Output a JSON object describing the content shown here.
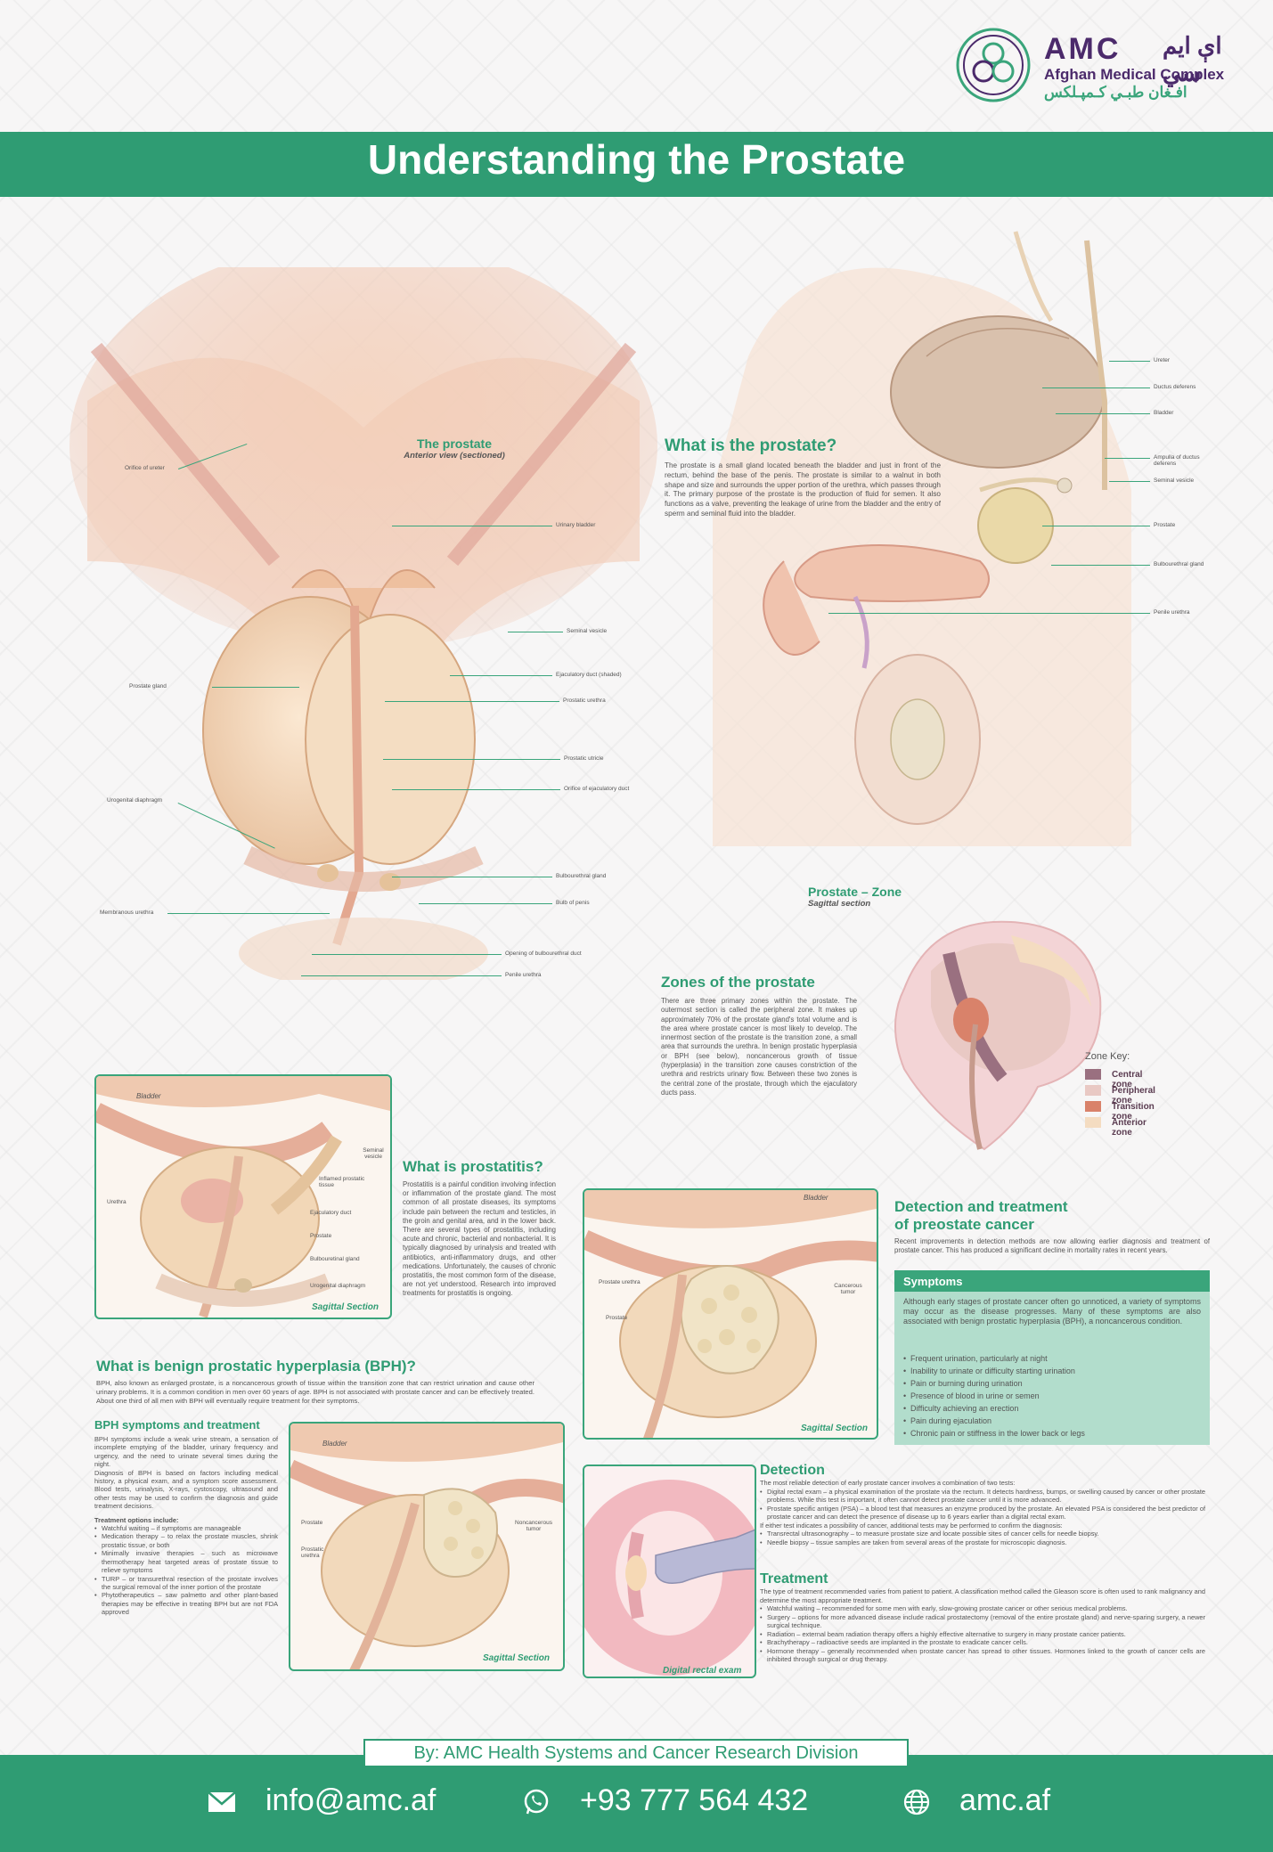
{
  "logo": {
    "abbr": "AMC",
    "arabic_abbr": "اې ایم سي",
    "name": "Afghan Medical Complex",
    "name_arabic": "افـغان طبـي كـمپـلكس"
  },
  "title": "Understanding the Prostate",
  "anterior": {
    "heading": "The prostate",
    "subheading": "Anterior view (sectioned)",
    "labels": {
      "orifice_ureter": "Orifice of ureter",
      "urinary_bladder": "Urinary bladder",
      "seminal_vesicle": "Seminal vesicle",
      "ejaculatory_duct": "Ejaculatory duct (shaded)",
      "prostatic_urethra": "Prostatic urethra",
      "prostate_gland": "Prostate gland",
      "prostatic_utricle": "Prostatic utricle",
      "orifice_ejac": "Orifice of ejaculatory duct",
      "urogenital": "Urogenital diaphragm",
      "bulbourethral": "Bulbourethral gland",
      "bulb_penis": "Bulb of penis",
      "membranous": "Membranous urethra",
      "opening_bulbo": "Opening of bulbourethral duct",
      "penile_urethra": "Penile urethra"
    }
  },
  "what_is": {
    "heading": "What is the prostate?",
    "body": "The prostate is a small gland located beneath the bladder and just in front of the rectum, behind the base of the penis. The prostate is similar to a walnut in both shape and size and surrounds the upper portion of the urethra, which passes through it. The primary purpose of the prostate is the production of fluid for semen. It also functions as a valve, preventing the leakage of urine from the bladder and the entry of sperm and seminal fluid into the bladder."
  },
  "lateral": {
    "labels": {
      "ureter": "Ureter",
      "ductus": "Ductus deferens",
      "bladder": "Bladder",
      "ampulla": "Ampulla of ductus deferens",
      "seminal": "Seminal vesicle",
      "prostate": "Prostate",
      "bulbo": "Bulbourethral gland",
      "penile": "Penile urethra"
    }
  },
  "zone_fig": {
    "heading": "Prostate – Zone",
    "subheading": "Sagittal section",
    "key_title": "Zone Key:",
    "key": [
      {
        "label": "Central zone",
        "color": "#9a7080"
      },
      {
        "label": "Peripheral zone",
        "color": "#e9c9c4"
      },
      {
        "label": "Transition zone",
        "color": "#d9826a"
      },
      {
        "label": "Anterior zone",
        "color": "#f4dcc1"
      }
    ]
  },
  "zones": {
    "heading": "Zones of the prostate",
    "body": "There are three primary zones within the prostate. The outermost section is called the peripheral zone. It makes up approximately 70% of the prostate gland's total volume and is the area where prostate cancer is most likely to develop. The innermost section of the prostate is the transition zone, a small area that surrounds the urethra. In benign prostatic hyperplasia or BPH (see below), noncancerous growth of tissue (hyperplasia) in the transition zone causes constriction of the urethra and restricts urinary flow. Between these two zones is the central zone of the prostate, through which the ejaculatory ducts pass."
  },
  "prostatitis_fig": {
    "bladder": "Bladder",
    "seminal": "Seminal vesicle",
    "inflamed": "Inflamed prostatic tissue",
    "urethra": "Urethra",
    "ejac": "Ejaculatory duct",
    "prostate": "Prostate",
    "bulbo": "Bulbouretinal gland",
    "urogenital": "Urogenital diaphragm",
    "caption": "Sagittal Section"
  },
  "prostatitis": {
    "heading": "What is prostatitis?",
    "body": "Prostatitis is a painful condition involving infection or inflammation of the prostate gland. The most common of all prostate diseases, its symptoms include pain between the rectum and testicles, in the groin and genital area, and in the lower back. There are several types of prostatitis, including acute and chronic, bacterial and nonbacterial. It is typically diagnosed by urinalysis and treated with antibiotics, anti-inflammatory drugs, and other medications. Unfortunately, the causes of chronic prostatitis, the most common form of the disease, are not yet understood. Research into improved treatments for prostatitis is ongoing."
  },
  "cancer_fig": {
    "bladder": "Bladder",
    "urethra": "Prostate urethra",
    "prostate": "Prostate",
    "tumor": "Cancerous tumor",
    "caption": "Sagittal Section"
  },
  "detection_treatment": {
    "heading1": "Detection and treatment",
    "heading2": "of preostate cancer",
    "body": "Recent improvements in detection methods are now allowing earlier diagnosis and treatment of prostate cancer. This has produced a significant decline in mortality rates in recent years."
  },
  "symptoms": {
    "heading": "Symptoms",
    "intro": "Although early stages of prostate cancer often go unnoticed, a variety of symptoms may occur as the disease progresses. Many of these symptoms are also associated with benign prostatic hyperplasia (BPH), a noncancerous condition.",
    "items": [
      "Frequent urination, particularly at night",
      "Inability to urinate or difficulty starting urination",
      "Pain or burning during urination",
      "Presence of blood in urine or semen",
      "Difficulty achieving an erection",
      "Pain during ejaculation",
      "Chronic pain or stiffness in the lower back or legs"
    ]
  },
  "bph": {
    "heading": "What is benign prostatic hyperplasia (BPH)?",
    "body": "BPH, also known as enlarged prostate, is a noncancerous growth of tissue within the transition zone that can restrict urination and cause other urinary problems. It is a common condition in men over 60 years of age. BPH is not associated with prostate cancer and can be effectively treated. About one third of all men with BPH will eventually require treatment for their symptoms."
  },
  "bph_st": {
    "heading": "BPH symptoms and treatment",
    "body": "BPH symptoms include a weak urine stream, a sensation of incomplete emptying of the bladder, urinary frequency and urgency, and the need to urinate several times during the night.",
    "body2": "Diagnosis of BPH is based on factors including medical history, a physical exam, and a symptom score assessment. Blood tests, urinalysis, X-rays, cystoscopy, ultrasound and other tests may be used to confirm the diagnosis and guide treatment decisions.",
    "options_title": "Treatment options include:",
    "options": [
      "Watchful waiting – if symptoms are manageable",
      "Medication therapy – to relax the prostate muscles, shrink prostatic tissue, or both",
      "Minimally invasive therapies – such as microwave thermotherapy heat targeted areas of prostate tissue to relieve symptoms",
      "TURP – or transurethral resection of the prostate involves the surgical removal of the inner portion of the prostate",
      "Phytotherapeutics – saw palmetto and other plant-based therapies may be effective in treating BPH but are not FDA approved"
    ]
  },
  "bph_fig": {
    "bladder": "Bladder",
    "prostate": "Prostate",
    "urethra": "Prostatic urethra",
    "tumor": "Noncancerous tumor",
    "caption": "Sagittal Section"
  },
  "dre_fig": {
    "caption": "Digital rectal exam"
  },
  "detection": {
    "heading": "Detection",
    "intro": "The most reliable detection of early prostate cancer involves a combination of two tests:",
    "items": [
      "Digital rectal exam – a physical examination of the prostate via the rectum. It detects hardness, bumps, or swelling caused by cancer or other prostate problems. While this test is important, it often cannot detect prostate cancer until it is more advanced.",
      "Prostate specific antigen (PSA) – a blood test that measures an enzyme produced by the prostate. An elevated PSA is considered the best predictor of prostate cancer and can detect the presence of disease up to 6 years earlier than a digital rectal exam."
    ],
    "mid": "If either test indicates a possibility of cancer, additional tests may be performed to confirm the diagnosis:",
    "items2": [
      "Transrectal ultrasonography – to measure prostate size and locate possible sites of cancer cells for needle biopsy.",
      "Needle biopsy – tissue samples are taken from several areas of the prostate for microscopic diagnosis."
    ]
  },
  "treatment": {
    "heading": "Treatment",
    "intro": "The type of treatment recommended varies from patient to patient. A classification method called the Gleason score is often used to rank malignancy and determine the most appropriate treatment.",
    "items": [
      "Watchful waiting – recommended for some men with early, slow-growing prostate cancer or other serious medical problems.",
      "Surgery – options for more advanced disease include radical prostatectomy (removal of the entire prostate gland) and nerve-sparing surgery, a newer surgical technique.",
      "Radiation – external beam radiation therapy offers a highly effective alternative to surgery in many prostate cancer patients.",
      "Brachytherapy – radioactive seeds are implanted in the prostate to eradicate cancer cells.",
      "Hormone therapy – generally recommended when prostate cancer has spread to other tissues. Hormones linked to the growth of cancer cells are inhibited through surgical or drug therapy."
    ]
  },
  "footer": {
    "byline": "By: AMC Health Systems and Cancer Research Division",
    "email": "info@amc.af",
    "phone": "+93 777 564 432",
    "web": "amc.af",
    "email_icon": "mail-icon",
    "phone_icon": "whatsapp-icon",
    "web_icon": "globe-icon"
  }
}
